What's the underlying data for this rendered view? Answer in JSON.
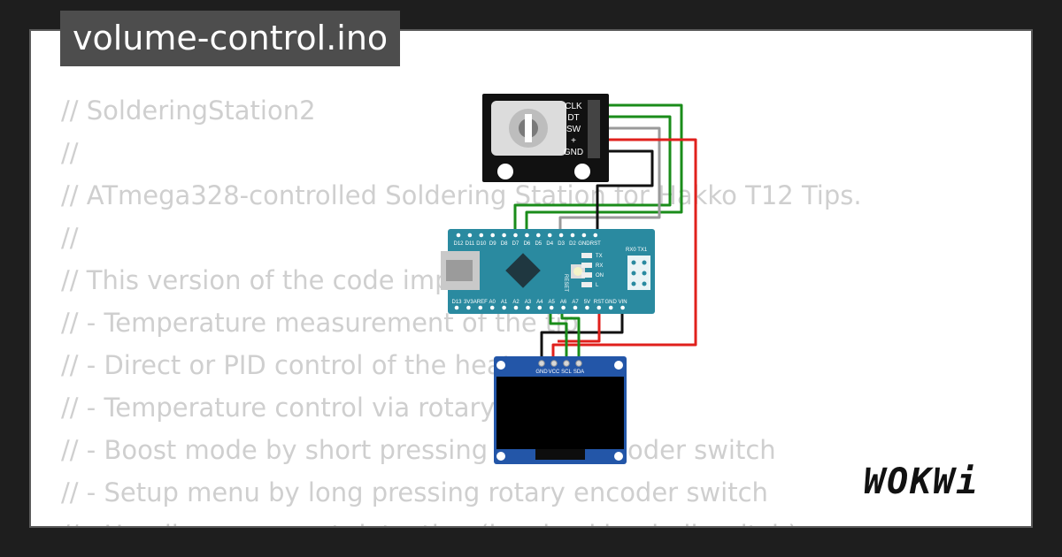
{
  "window": {
    "title": "volume-control.ino"
  },
  "code_lines": [
    "// SolderingStation2",
    "//",
    "// ATmega328-controlled Soldering Station for Hakko T12 Tips.",
    "//",
    "// This version of the code implements:",
    "// - Temperature measurement of the tip",
    "// - Direct or PID control of the heater",
    "// - Temperature control via rotary encoder",
    "// - Boost mode by short pressing rotary encoder switch",
    "// - Setup menu by long pressing rotary encoder switch",
    "// - Handle movement detection (by checking ball switch)"
  ],
  "encoder": {
    "pins": [
      "CLK",
      "DT",
      "SW",
      "+",
      "GND"
    ]
  },
  "nano": {
    "top_pins": [
      "D12",
      "D11",
      "D10",
      "D9",
      "D8",
      "D7",
      "D6",
      "D5",
      "D4",
      "D3",
      "D2",
      "GND",
      "RST"
    ],
    "bottom_pins": [
      "D13",
      "3V3",
      "AREF",
      "A0",
      "A1",
      "A2",
      "A3",
      "A4",
      "A5",
      "A6",
      "A7",
      "5V",
      "RST",
      "GND",
      "VIN"
    ],
    "led_labels": [
      "TX",
      "RX",
      "ON",
      "L"
    ],
    "reset_label": "RESET",
    "serial_label": "RX0 TX1"
  },
  "oled": {
    "pins": [
      "GND",
      "VCC",
      "SCL",
      "SDA"
    ]
  },
  "logo": {
    "text": "WOKWi"
  },
  "colors": {
    "wire_green": "#1a8c1a",
    "wire_red": "#e0201c",
    "wire_black": "#111111",
    "wire_gray": "#9a9a9a",
    "nano_board": "#2a8aa0",
    "oled_board": "#2356a8"
  }
}
